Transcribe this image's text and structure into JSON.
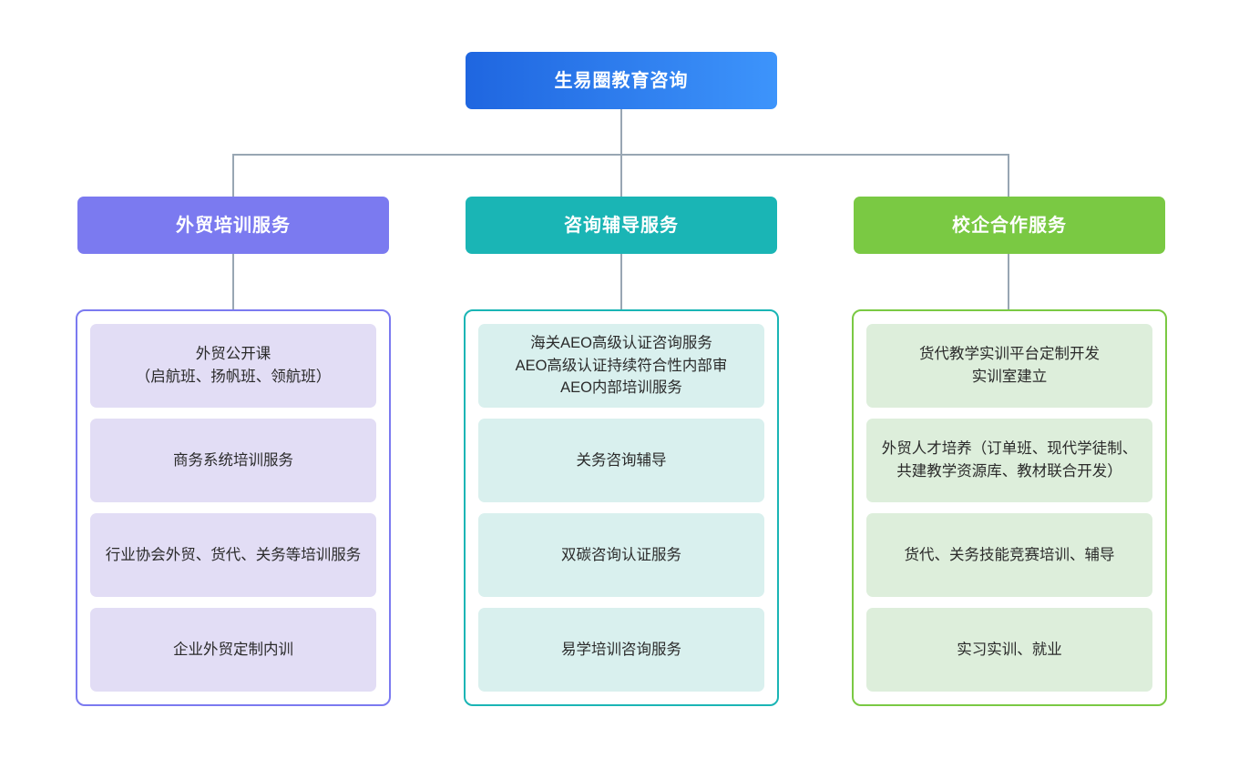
{
  "root": {
    "label": "生易圈教育咨询",
    "gradient_from": "#1f66e0",
    "gradient_to": "#3d94fb",
    "text_color": "#ffffff"
  },
  "connector_color": "#98a6b3",
  "columns": [
    {
      "id": "foreign-trade-training",
      "header": "外贸培训服务",
      "header_color": "#7b7af0",
      "panel_border_color": "#7b7af0",
      "item_fill_color": "#e2ddf5",
      "items": [
        {
          "text": "外贸公开课\n（启航班、扬帆班、领航班）"
        },
        {
          "text": "商务系统培训服务"
        },
        {
          "text": "行业协会外贸、货代、关务等培训服务"
        },
        {
          "text": "企业外贸定制内训"
        }
      ]
    },
    {
      "id": "consulting-tutoring",
      "header": "咨询辅导服务",
      "header_color": "#1ab5b5",
      "panel_border_color": "#1ab5b5",
      "item_fill_color": "#d9f0ee",
      "items": [
        {
          "text": "海关AEO高级认证咨询服务\nAEO高级认证持续符合性内部审\nAEO内部培训服务"
        },
        {
          "text": "关务咨询辅导"
        },
        {
          "text": "双碳咨询认证服务"
        },
        {
          "text": "易学培训咨询服务"
        }
      ]
    },
    {
      "id": "school-enterprise-cooperation",
      "header": "校企合作服务",
      "header_color": "#7ac943",
      "panel_border_color": "#7ac943",
      "item_fill_color": "#ddeedb",
      "items": [
        {
          "text": "货代教学实训平台定制开发\n实训室建立"
        },
        {
          "text": "外贸人才培养（订单班、现代学徒制、共建教学资源库、教材联合开发）"
        },
        {
          "text": "货代、关务技能竞赛培训、辅导"
        },
        {
          "text": "实习实训、就业"
        }
      ]
    }
  ]
}
